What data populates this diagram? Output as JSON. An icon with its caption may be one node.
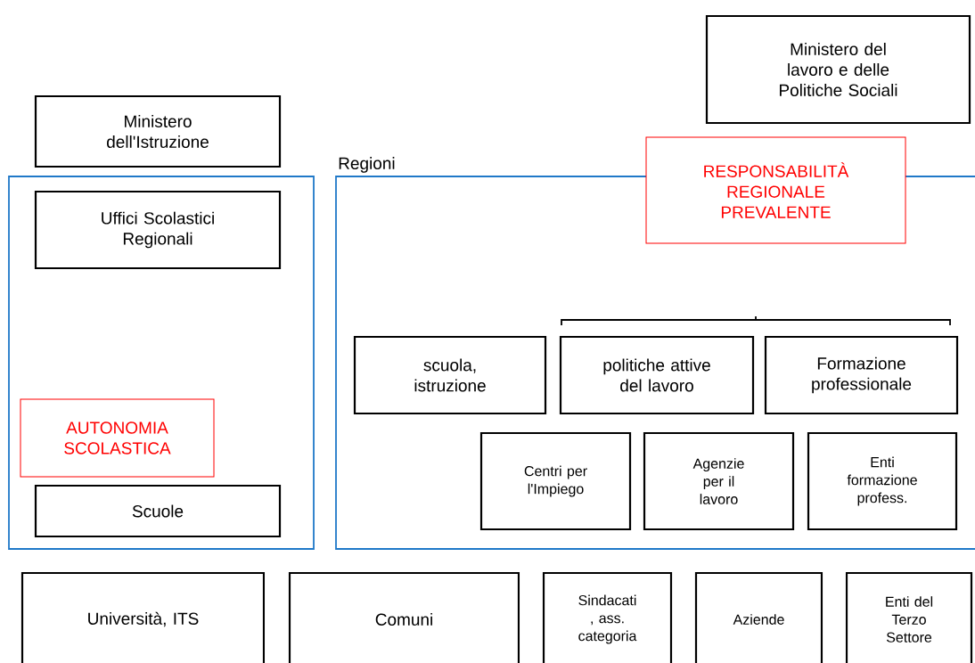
{
  "diagram": {
    "nodes": [
      {
        "text": [
          "Ministero dell'Istruzione"
        ]
      },
      {
        "text": [
          "Ministero del lavoro e delle Politiche Sociali"
        ]
      },
      {
        "text": [],
        "shape": "box"
      },
      {
        "text": [
          "Uffici Scolastici Regionali"
        ],
        "in": 2
      },
      {
        "text": [
          "AUTONOMIA SCOLASTICA"
        ],
        "in": 2
      },
      {
        "text": [
          "Scuole"
        ],
        "in": 2
      },
      {
        "text": [
          "Regioni"
        ]
      },
      {
        "text": [
          "RESPONSABILITÀ REGIONALE PREVALENTE"
        ]
      },
      {
        "text": [
          "scuola, istruzione"
        ],
        "in": 6
      },
      {
        "text": [
          "politiche attive del lavoro"
        ],
        "in": 6
      },
      {
        "text": [
          "Formazione professionale"
        ],
        "in": 6
      },
      {
        "text": [
          "Centri per l'Impiego"
        ],
        "in": 6
      },
      {
        "text": [
          "Agenzie per il lavoro"
        ],
        "in": 6
      },
      {
        "text": [
          "Enti formazione profess."
        ],
        "in": 6
      },
      {
        "text": [
          "Università, ITS"
        ]
      },
      {
        "text": [
          "Comuni"
        ]
      },
      {
        "text": [
          "Sindacati , ass. categoria"
        ]
      },
      {
        "text": [
          "Aziende"
        ]
      },
      {
        "text": [
          "Enti del Terzo Settore"
        ]
      }
    ]
  }
}
